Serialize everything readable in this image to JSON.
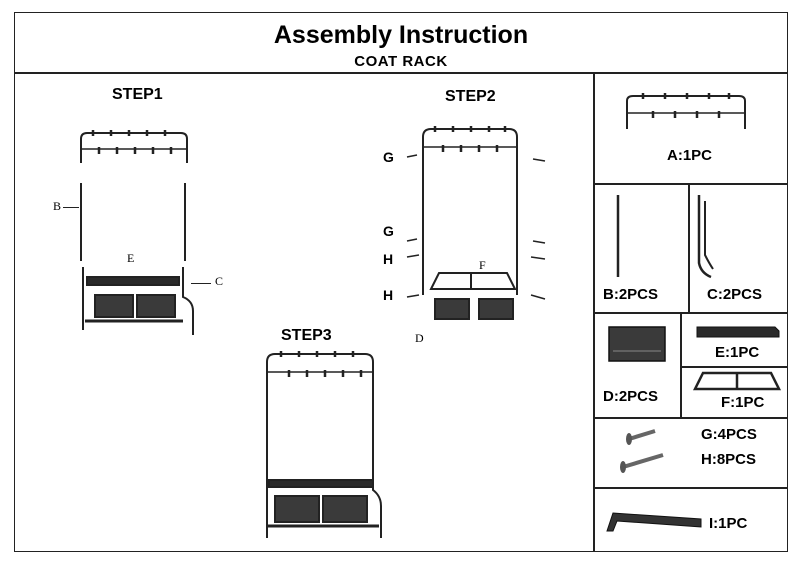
{
  "header": {
    "title": "Assembly Instruction",
    "subtitle": "COAT RACK"
  },
  "steps": [
    {
      "label": "STEP1",
      "callouts": [
        "B",
        "E",
        "C"
      ]
    },
    {
      "label": "STEP2",
      "callouts": [
        "G",
        "G",
        "H",
        "H",
        "F",
        "D"
      ]
    },
    {
      "label": "STEP3"
    }
  ],
  "parts": [
    {
      "letter": "A",
      "label": "A:1PC",
      "icon": "top-hook-frame-icon"
    },
    {
      "letter": "B",
      "label": "B:2PCS",
      "icon": "straight-pole-icon"
    },
    {
      "letter": "C",
      "label": "C:2PCS",
      "icon": "bent-leg-pole-icon"
    },
    {
      "letter": "D",
      "label": "D:2PCS",
      "icon": "storage-basket-icon"
    },
    {
      "letter": "E",
      "label": "E:1PC",
      "icon": "shelf-board-icon"
    },
    {
      "letter": "F",
      "label": "F:1PC",
      "icon": "shelf-frame-icon"
    },
    {
      "letter": "G",
      "label": "G:4PCS",
      "icon": "short-screw-icon"
    },
    {
      "letter": "H",
      "label": "H:8PCS",
      "icon": "long-screw-icon"
    },
    {
      "letter": "I",
      "label": "I:1PC",
      "icon": "allen-key-icon"
    }
  ],
  "colors": {
    "line": "#222222",
    "metal": "#2a2a2a",
    "basket": "#3a3a3a"
  }
}
